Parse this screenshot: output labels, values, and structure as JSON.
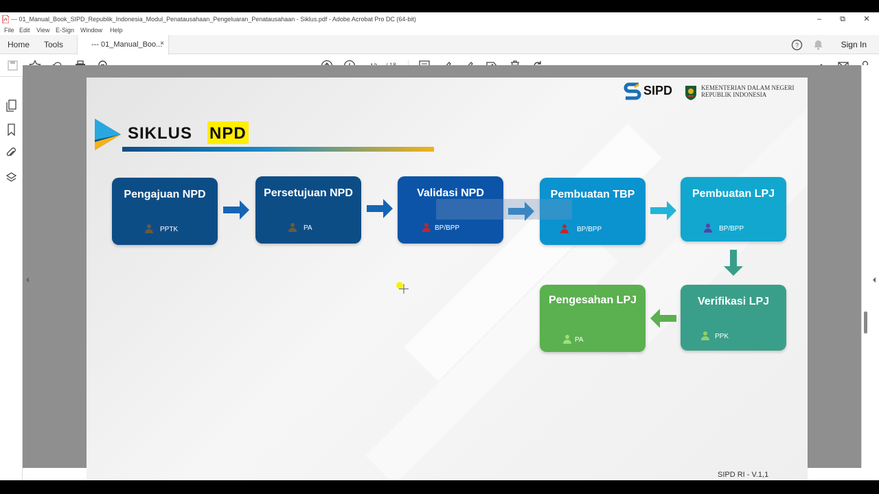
{
  "window": {
    "title": "--- 01_Manual_Book_SIPD_Republik_Indonesia_Modul_Penatausahaan_Pengeluaran_Penatausahaan - Siklus.pdf - Adobe Acrobat Pro DC (64-bit)"
  },
  "menu": [
    "File",
    "Edit",
    "View",
    "E-Sign",
    "Window",
    "Help"
  ],
  "tabs": {
    "home": "Home",
    "tools": "Tools",
    "document": "--- 01_Manual_Boo...",
    "close": "×",
    "sign_in": "Sign In"
  },
  "toolbar": {
    "page_current": "12",
    "page_total": "/ 18"
  },
  "slide": {
    "brand_sipd": "SIPD",
    "ministry_line1": "KEMENTERIAN DALAM NEGERI",
    "ministry_line2": "REPUBLIK INDONESIA",
    "title_main": "SIKLUS",
    "title_highlight": "NPD",
    "version": "SIPD RI - V.1,1",
    "steps": [
      {
        "title": "Pengajuan NPD",
        "role": "PPTK",
        "color": "#0d4d86"
      },
      {
        "title": "Persetujuan NPD",
        "role": "PA",
        "color": "#0d4d86"
      },
      {
        "title": "Validasi NPD",
        "role": "BP/BPP",
        "color": "#0b54a8"
      },
      {
        "title": "Pembuatan TBP",
        "role": "BP/BPP",
        "color": "#0a93cf"
      },
      {
        "title": "Pembuatan LPJ",
        "role": "BP/BPP",
        "color": "#12a7cf"
      },
      {
        "title": "Verifikasi LPJ",
        "role": "PPK",
        "color": "#3a9f8a"
      },
      {
        "title": "Pengesahan LPJ",
        "role": "PA",
        "color": "#5bb04f"
      }
    ]
  },
  "colors": {
    "dark_blue": "#0d4d86",
    "arrow_blue": "#1565b5",
    "arrow_cyan": "#22b5d9",
    "arrow_teal": "#3a9f8a",
    "arrow_green": "#5bb04f",
    "highlight_yellow": "#ffee00"
  }
}
